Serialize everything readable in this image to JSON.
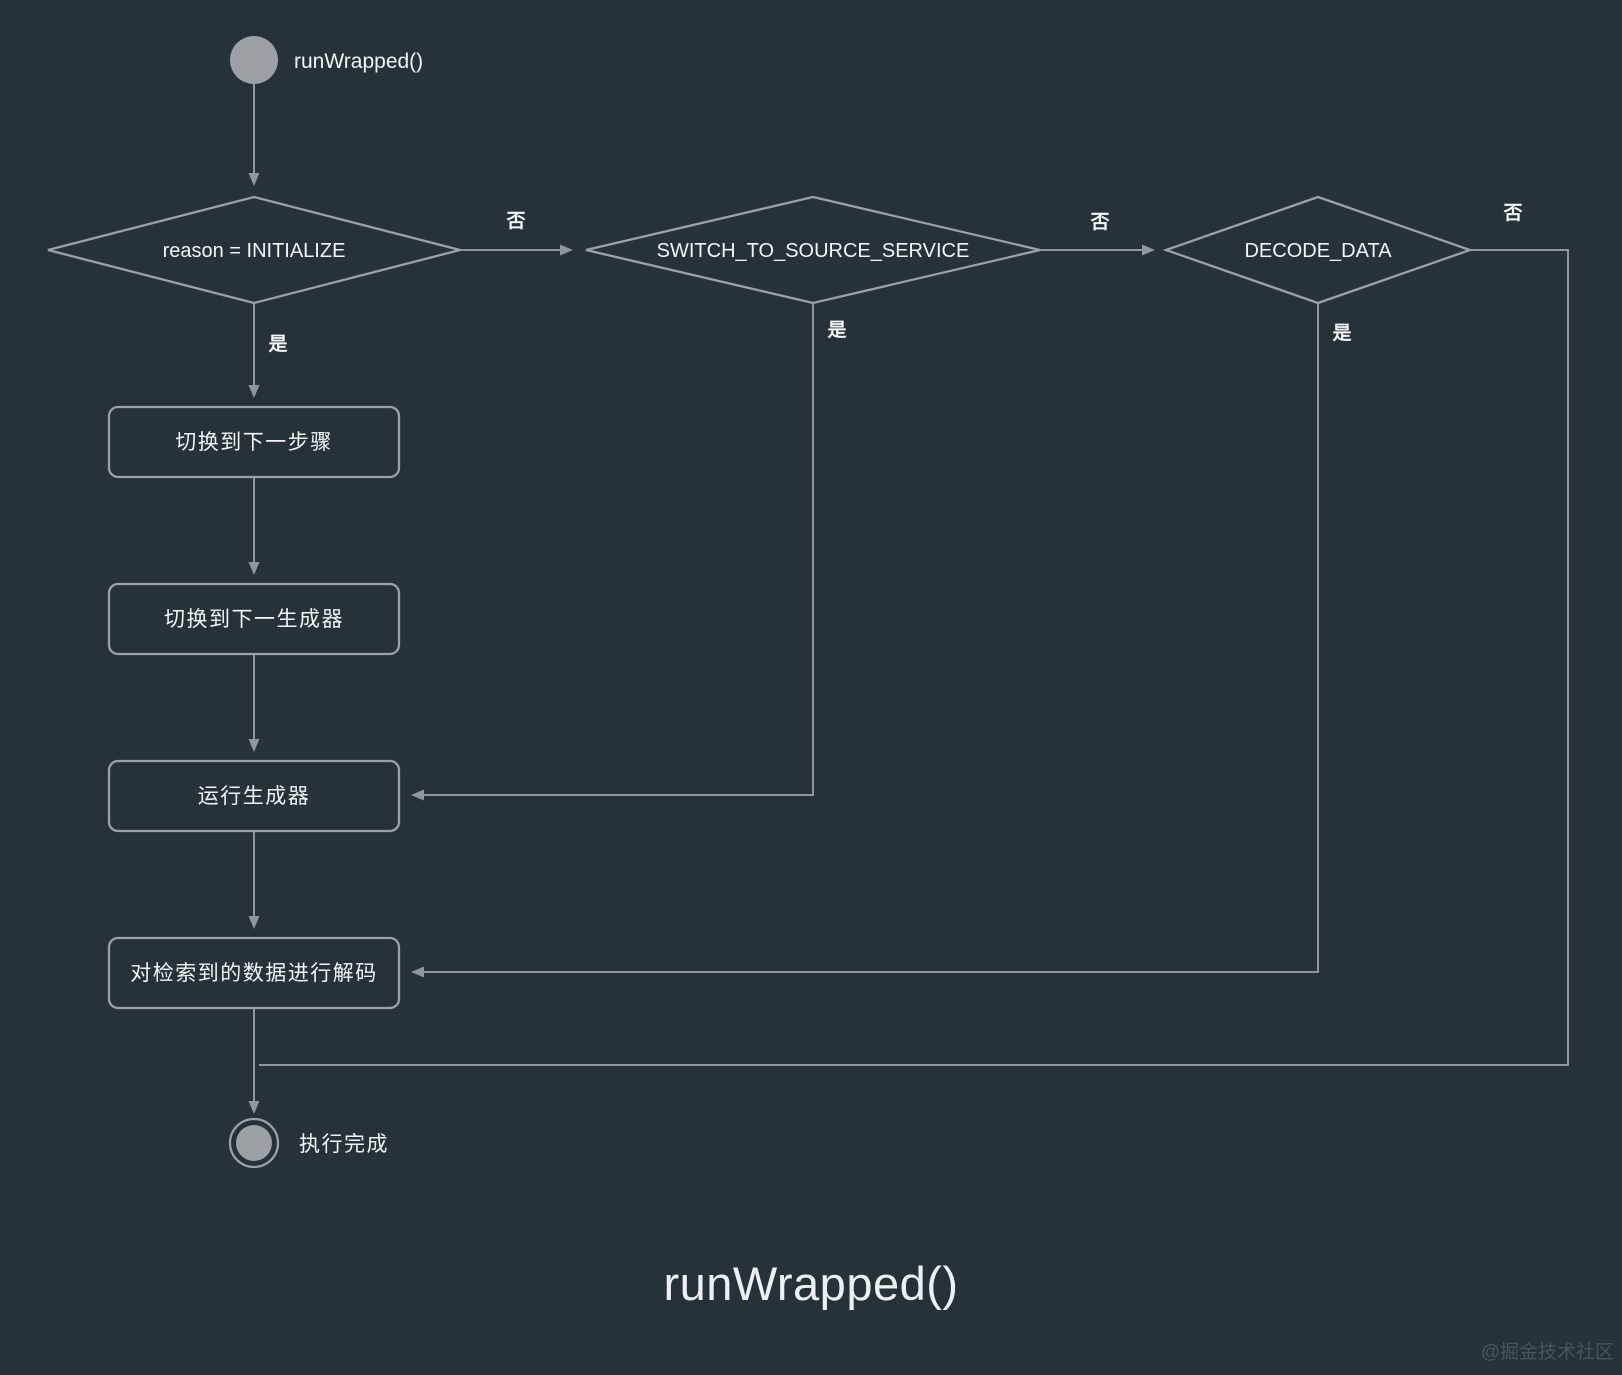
{
  "canvas": {
    "background": "#263238",
    "title": "runWrapped()",
    "watermark": "@掘金技术社区"
  },
  "colors": {
    "edge_line": "#8f969c",
    "node_border": "#9aa1a7",
    "node_text": "#f3f5f6",
    "start_end_fill": "#9ba1a5",
    "title_text": "#eef1f3",
    "watermark_text": "#49535b"
  },
  "flowchart": {
    "start": {
      "label": "runWrapped()"
    },
    "decisions": [
      {
        "id": "reason-initialize",
        "label": "reason = INITIALIZE"
      },
      {
        "id": "switch-to-source-service",
        "label": "SWITCH_TO_SOURCE_SERVICE"
      },
      {
        "id": "decode-data",
        "label": "DECODE_DATA"
      }
    ],
    "processes": [
      {
        "id": "switch-next-step",
        "label": "切换到下一步骤"
      },
      {
        "id": "switch-next-generator",
        "label": "切换到下一生成器"
      },
      {
        "id": "run-generator",
        "label": "运行生成器"
      },
      {
        "id": "decode-retrieved-data",
        "label": "对检索到的数据进行解码"
      }
    ],
    "end": {
      "label": "执行完成"
    },
    "labels": {
      "yes": "是",
      "no": "否"
    },
    "edges": [
      {
        "from": "start",
        "to": "reason-initialize",
        "label": ""
      },
      {
        "from": "reason-initialize",
        "to": "switch-next-step",
        "label": "是"
      },
      {
        "from": "reason-initialize",
        "to": "switch-to-source-service",
        "label": "否"
      },
      {
        "from": "switch-to-source-service",
        "to": "run-generator",
        "label": "是"
      },
      {
        "from": "switch-to-source-service",
        "to": "decode-data",
        "label": "否"
      },
      {
        "from": "decode-data",
        "to": "decode-retrieved-data",
        "label": "是"
      },
      {
        "from": "decode-data",
        "to": "end",
        "label": "否"
      },
      {
        "from": "switch-next-step",
        "to": "switch-next-generator",
        "label": ""
      },
      {
        "from": "switch-next-generator",
        "to": "run-generator",
        "label": ""
      },
      {
        "from": "run-generator",
        "to": "decode-retrieved-data",
        "label": ""
      },
      {
        "from": "decode-retrieved-data",
        "to": "end",
        "label": ""
      }
    ]
  }
}
